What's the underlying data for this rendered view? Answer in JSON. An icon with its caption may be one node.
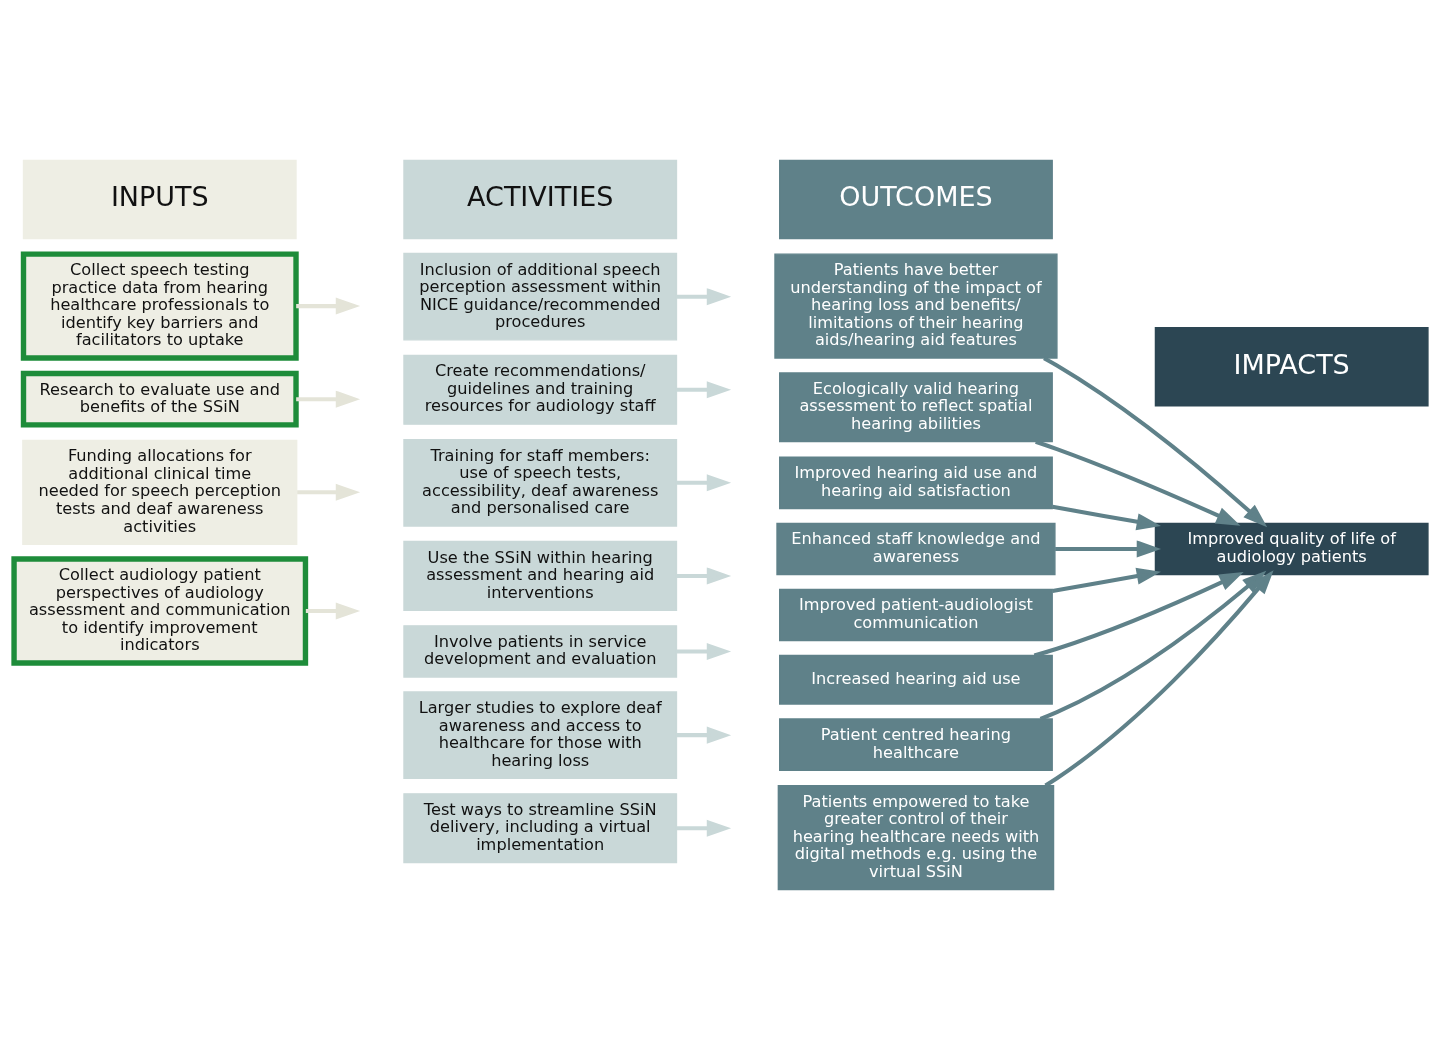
{
  "diagram": {
    "nodes": [
      {
        "text": [
          "INPUTS"
        ]
      },
      {
        "text": [
          "ACTIVITIES"
        ]
      },
      {
        "text": [
          "OUTCOMES"
        ]
      },
      {
        "text": [
          "IMPACTS"
        ]
      },
      {
        "text": [
          "Collect speech testing practice data from hearing healthcare professionals to identify key barriers and facilitators to uptake"
        ]
      },
      {
        "text": [
          "Research to evaluate use and benefits of the SSiN"
        ]
      },
      {
        "text": [
          "Funding allocations for additional clinical time needed for speech perception tests and deaf awareness activities"
        ]
      },
      {
        "text": [
          "Collect audiology patient perspectives of audiology assessment and communication to identify improvement indicators"
        ]
      },
      {
        "text": [
          "Inclusion of additional speech perception assessment within NICE guidance/recommended procedures"
        ]
      },
      {
        "text": [
          "Create recommendations/ guidelines and training resources for audiology staff"
        ]
      },
      {
        "text": [
          "Training for staff members: use of speech tests, accessibility, deaf awareness and personalised care"
        ]
      },
      {
        "text": [
          "Use the SSiN within hearing assessment and hearing aid interventions"
        ]
      },
      {
        "text": [
          "Involve patients in service development and evaluation"
        ]
      },
      {
        "text": [
          "Larger studies to explore deaf awareness and access to healthcare for those with hearing loss"
        ]
      },
      {
        "text": [
          "Test ways to streamline SSiN delivery, including a virtual implementation"
        ]
      },
      {
        "text": [
          "Patients have better understanding of the impact of hearing loss and benefits/ limitations of their hearing aids/hearing aid features"
        ]
      },
      {
        "text": [
          "Ecologically valid hearing assessment to reflect spatial hearing abilities"
        ]
      },
      {
        "text": [
          "Improved hearing aid use and hearing aid satisfaction"
        ]
      },
      {
        "text": [
          "Enhanced staff knowledge and awareness"
        ]
      },
      {
        "text": [
          "Improved patient-audiologist communication"
        ]
      },
      {
        "text": [
          "Increased hearing aid use"
        ]
      },
      {
        "text": [
          "Patient centred hearing healthcare"
        ]
      },
      {
        "text": [
          "Patients empowered to take greater control of their hearing healthcare needs with digital methods e.g. using the virtual SSiN"
        ]
      },
      {
        "text": [
          "Improved quality of life of audiology patients"
        ]
      }
    ],
    "edges": [
      {
        "from": 4,
        "to": null,
        "arrow": "to",
        "color": "#e4e4d8"
      },
      {
        "from": 5,
        "to": null,
        "arrow": "to",
        "color": "#e4e4d8"
      },
      {
        "from": 6,
        "to": null,
        "arrow": "to",
        "color": "#e4e4d8"
      },
      {
        "from": 7,
        "to": null,
        "arrow": "to",
        "color": "#e4e4d8"
      },
      {
        "from": 8,
        "to": null,
        "arrow": "to",
        "color": "#c9d8d8"
      },
      {
        "from": 9,
        "to": null,
        "arrow": "to",
        "color": "#c9d8d8"
      },
      {
        "from": 10,
        "to": null,
        "arrow": "to",
        "color": "#c9d8d8"
      },
      {
        "from": 11,
        "to": null,
        "arrow": "to",
        "color": "#c9d8d8"
      },
      {
        "from": 12,
        "to": null,
        "arrow": "to",
        "color": "#c9d8d8"
      },
      {
        "from": 13,
        "to": null,
        "arrow": "to",
        "color": "#c9d8d8"
      },
      {
        "from": 14,
        "to": null,
        "arrow": "to",
        "color": "#c9d8d8"
      },
      {
        "from": 15,
        "to": 23,
        "arrow": "to"
      },
      {
        "from": 16,
        "to": 23,
        "arrow": "to"
      },
      {
        "from": 17,
        "to": 23,
        "arrow": "to"
      },
      {
        "from": 18,
        "to": 23,
        "arrow": "to"
      },
      {
        "from": 19,
        "to": 23,
        "arrow": "to"
      },
      {
        "from": 20,
        "to": 23,
        "arrow": "to"
      },
      {
        "from": 21,
        "to": 23,
        "arrow": "to"
      },
      {
        "from": 22,
        "to": 23,
        "arrow": "to"
      }
    ]
  }
}
